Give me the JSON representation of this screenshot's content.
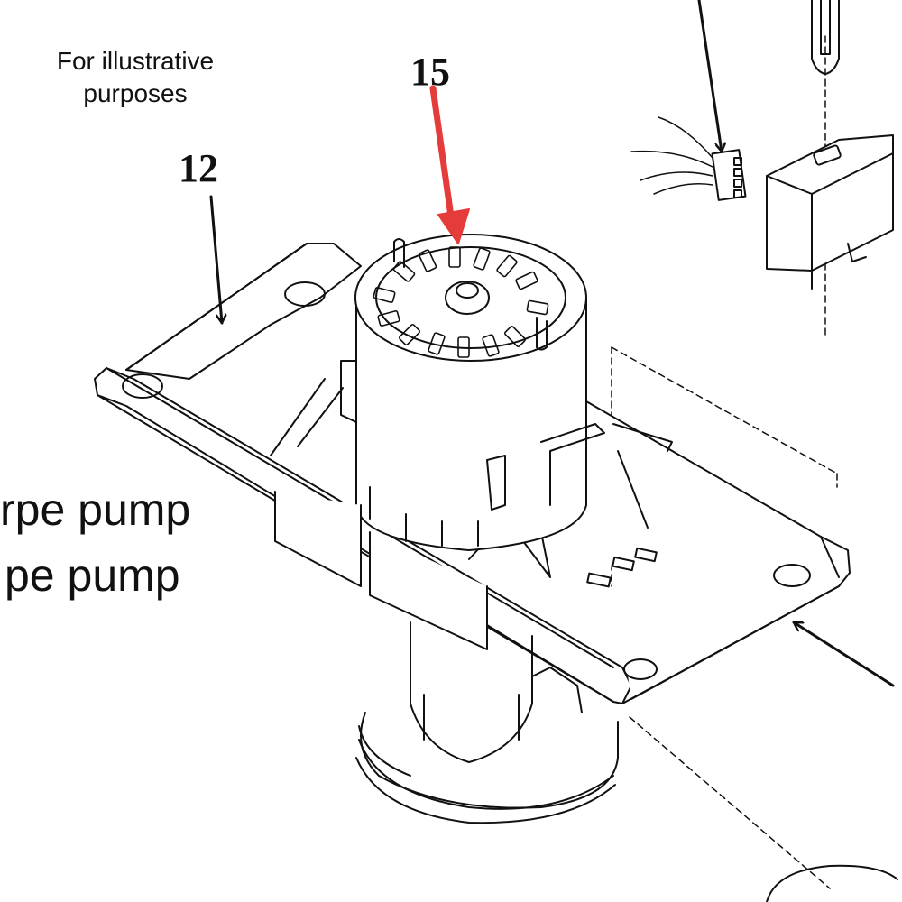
{
  "note": {
    "line1": "For illustrative",
    "line2": "purposes"
  },
  "callouts": {
    "part_15": "15",
    "part_12": "12"
  },
  "partial_labels": {
    "line1": "rpe pump",
    "line2": "pe pump"
  },
  "colors": {
    "line": "#111111",
    "highlight_arrow": "#e63b3b",
    "background": "#ffffff"
  }
}
